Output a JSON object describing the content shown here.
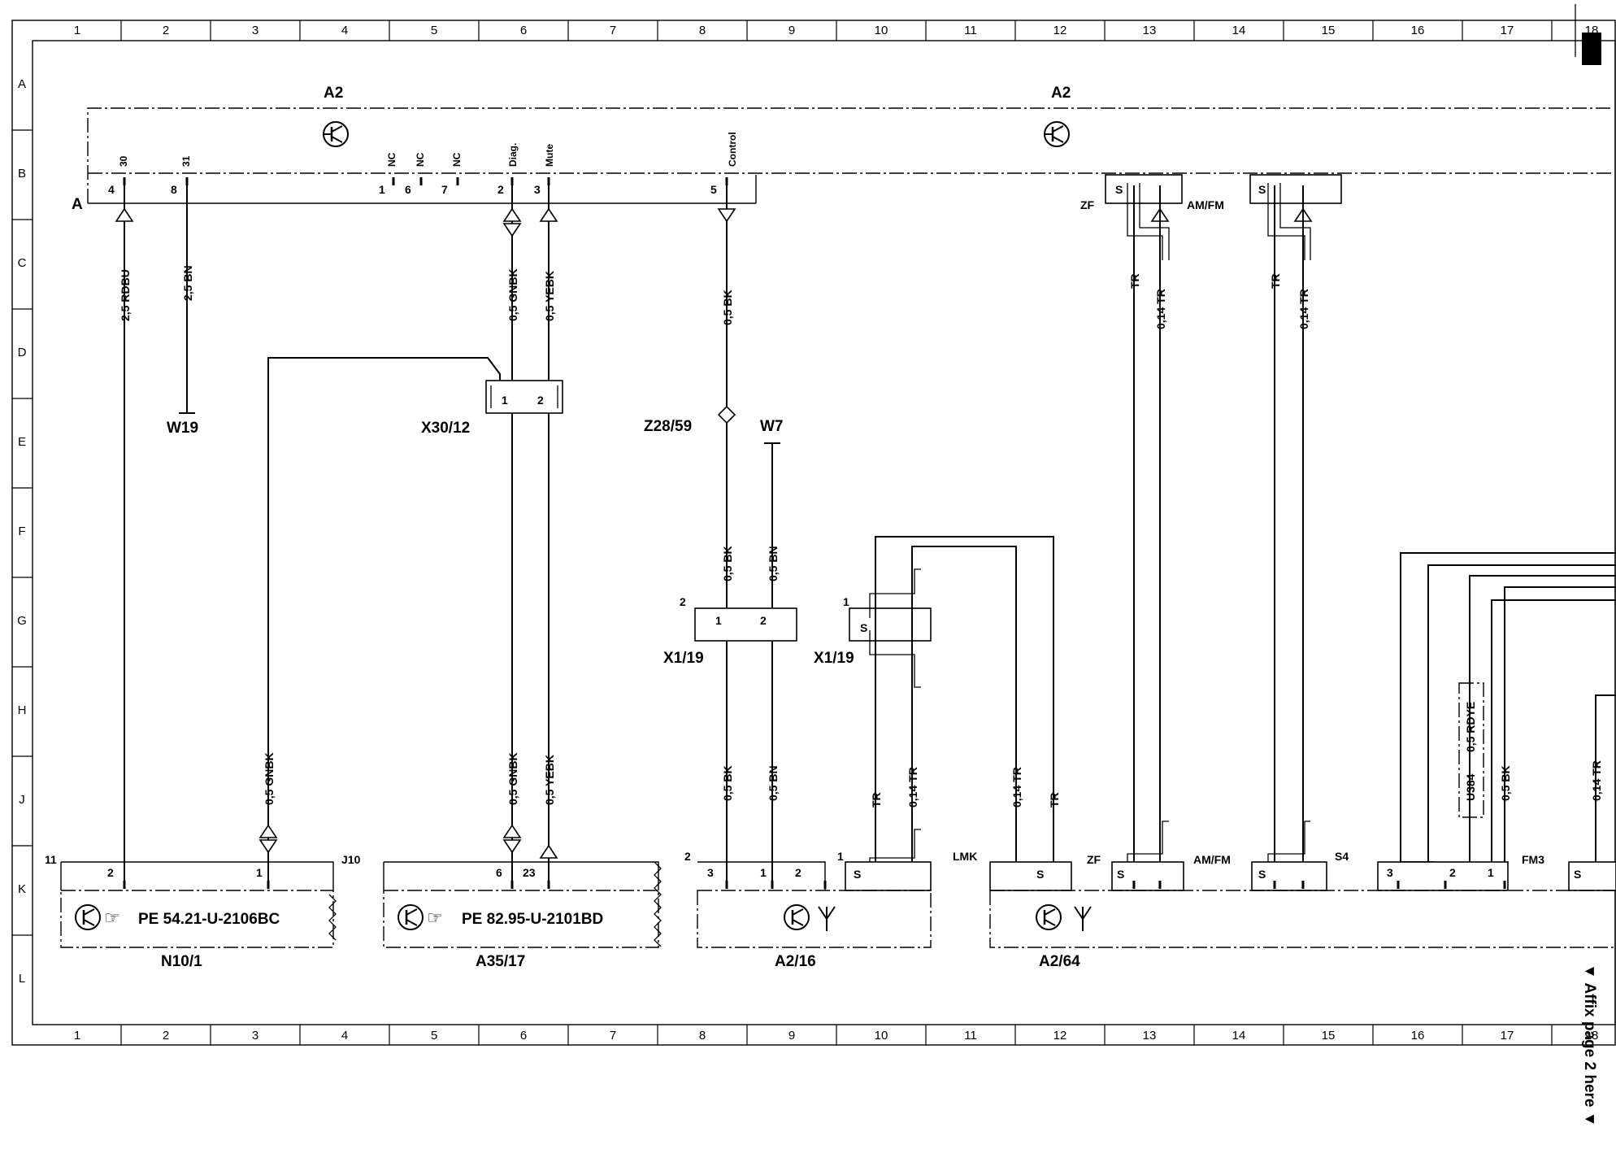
{
  "grid": {
    "columns": [
      "1",
      "2",
      "3",
      "4",
      "5",
      "6",
      "7",
      "8",
      "9",
      "10",
      "11",
      "12",
      "13",
      "14",
      "15",
      "16",
      "17",
      "18"
    ],
    "rows": [
      "A",
      "B",
      "C",
      "D",
      "E",
      "F",
      "G",
      "H",
      "J",
      "K",
      "L"
    ]
  },
  "modules": {
    "a2_left": "A2",
    "a2_right": "A2",
    "a2_pin_letter": "A",
    "n10_1": "N10/1",
    "a35_17": "A35/17",
    "a2_16": "A2/16",
    "a2_64": "A2/64",
    "w19": "W19",
    "w7": "W7",
    "x30_12": "X30/12",
    "z28_59": "Z28/59",
    "x1_19_left": "X1/19",
    "x1_19_right": "X1/19"
  },
  "references": {
    "n10_1_ref": "PE 54.21-U-2106BC",
    "a35_17_ref": "PE 82.95-U-2101BD"
  },
  "a2_pins": {
    "p30": "30",
    "p31": "31",
    "nc1": "NC",
    "nc2": "NC",
    "nc3": "NC",
    "diag": "Diag.",
    "mute": "Mute",
    "control": "Control",
    "n4": "4",
    "n8": "8",
    "n1": "1",
    "n6": "6",
    "n7": "7",
    "n2": "2",
    "n3": "3",
    "n5": "5"
  },
  "wires": {
    "rdbu": "2,5 RDBU",
    "bn25": "2,5 BN",
    "gnbk_top": "0,5 GNBK",
    "yebk_top": "0,5 YEBK",
    "bk_top": "0,5 BK",
    "bk_mid": "0,5 BK",
    "bn_mid": "0,5 BN",
    "gnbk_bot1": "0,5 GNBK",
    "gnbk_bot2": "0,5 GNBK",
    "yebk_bot": "0,5 YEBK",
    "bk_bot": "0,5 BK",
    "bn_bot": "0,5 BN",
    "tr1": "TR",
    "tr014_1": "0,14 TR",
    "tr2": "TR",
    "tr014_2": "0,14 TR",
    "tr_g10": "TR",
    "tr014_g10": "0,14 TR",
    "tr014_g11": "0,14 TR",
    "tr_g12": "TR",
    "rdye": "0,5 RDYE",
    "u384": "U384",
    "bk_16": "0,5 BK",
    "tr014_18": "0,14 TR"
  },
  "connector_labels": {
    "zf1": "ZF",
    "amfm1": "AM/FM",
    "s1": "S",
    "s2": "S",
    "zf2": "ZF",
    "amfm2": "AM/FM",
    "s4": "S4",
    "fm3": "FM3",
    "lmk": "LMK",
    "j10": "J10",
    "n11": "11",
    "k_n10_2": "2",
    "k_n10_1": "1",
    "k_a35_6": "6",
    "k_a35_23": "23",
    "k_a216_2": "2",
    "k_a216_3": "3",
    "k_a216_1": "1",
    "k_a216_2b": "2",
    "k_a216_1b": "1",
    "k_a216_s": "S",
    "k_a264_s": "S",
    "k_a264_s2": "S",
    "k_a264_s3": "S",
    "k_a264_s4": "S",
    "k_a264_3": "3",
    "k_a264_2": "2",
    "k_a264_1": "1",
    "k_a264_s5": "S",
    "x3012_1": "1",
    "x3012_2": "2",
    "x119_2": "2",
    "x119_p1": "1",
    "x119_p2": "2",
    "x119r_1": "1",
    "x119r_s": "S",
    "zf_s_top1": "S",
    "zf_s_top2": "S"
  },
  "affix_note": "▼ Affix page 2 here ▼"
}
